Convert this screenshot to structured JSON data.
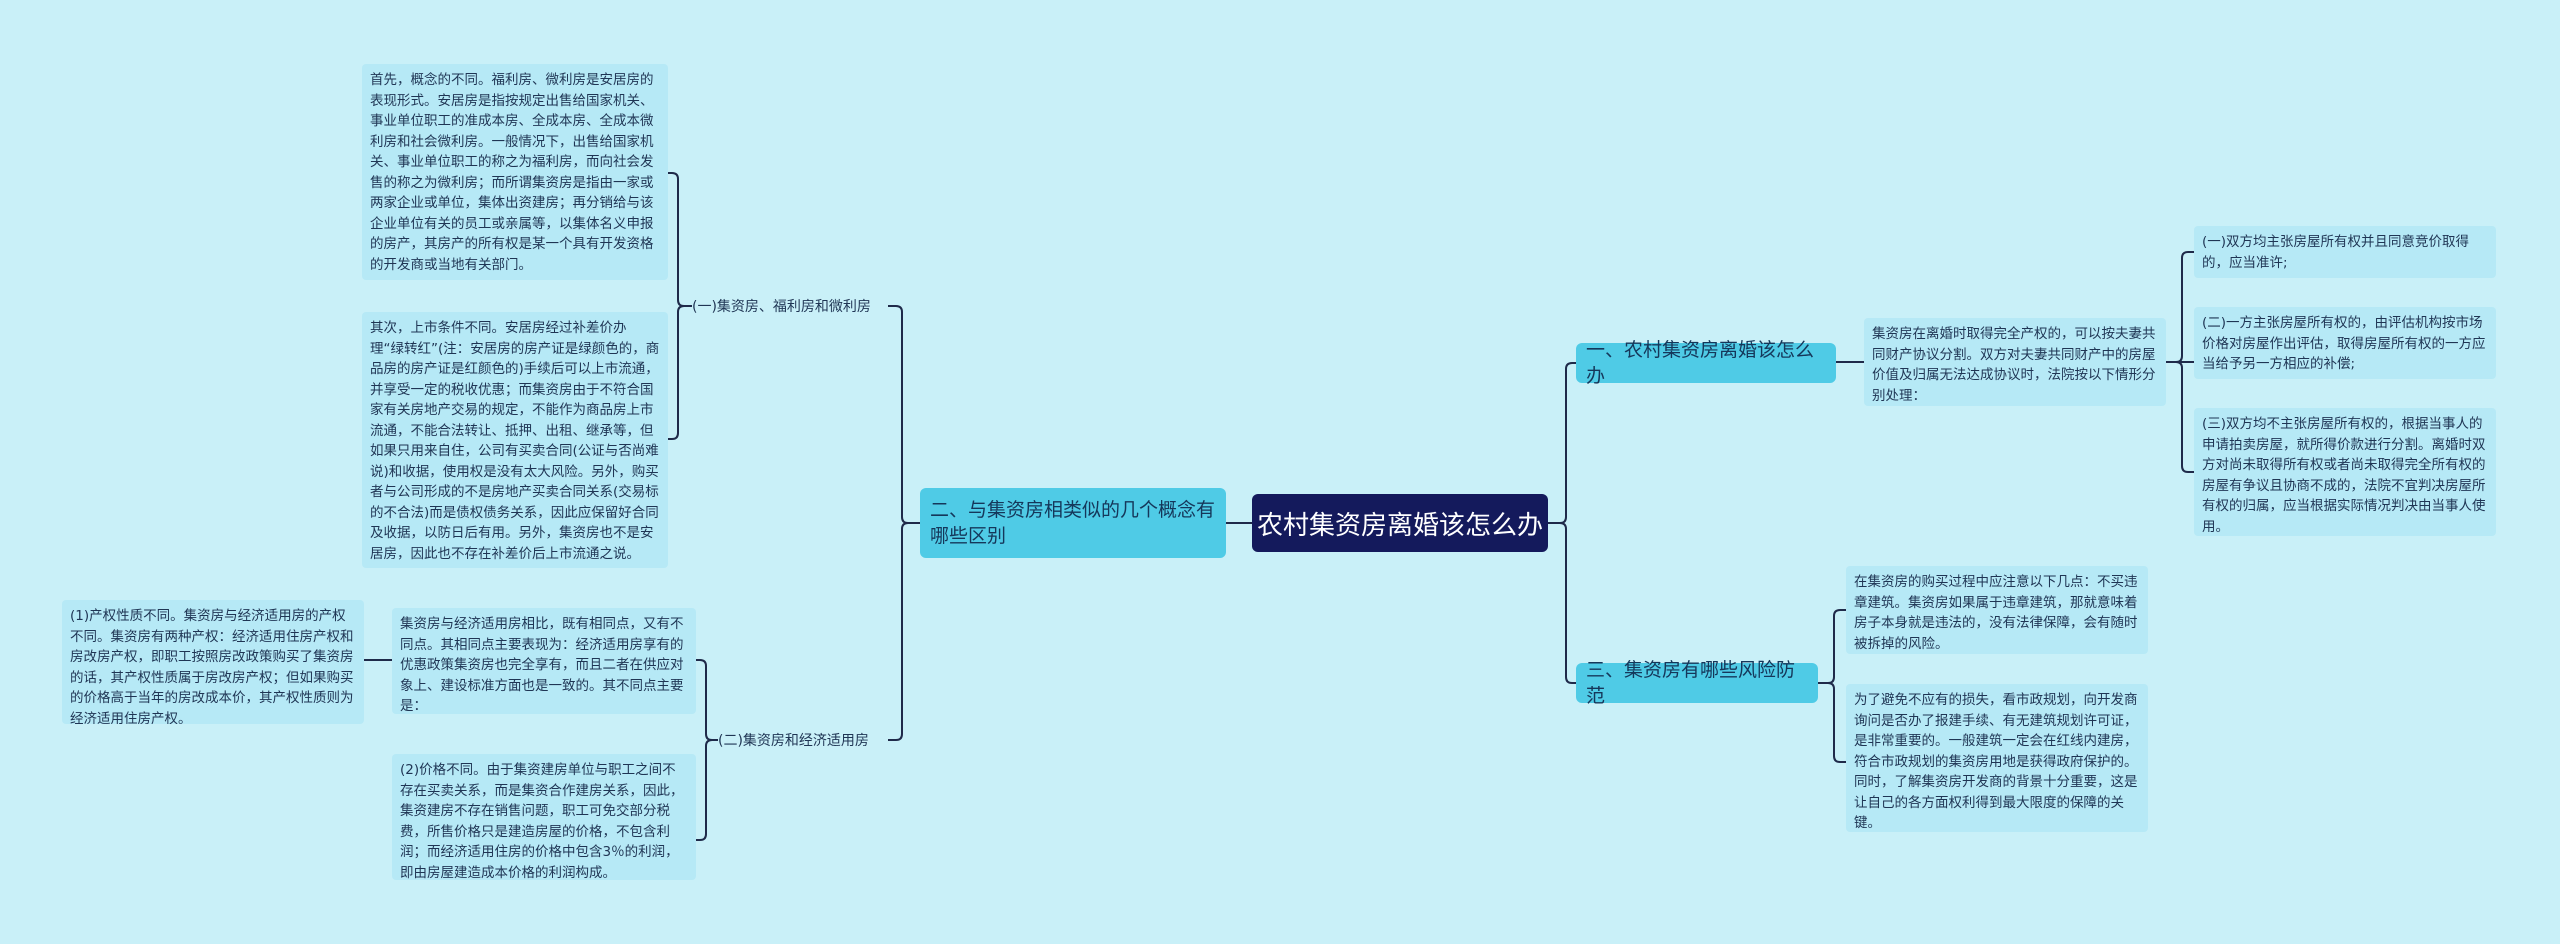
{
  "root": {
    "label": "农村集资房离婚该怎么办"
  },
  "left": {
    "branch": {
      "label": "二、与集资房相类似的几个概念有哪些区别"
    },
    "sub1": {
      "label": "(一)集资房、福利房和微利房",
      "leaf1": "首先，概念的不同。福利房、微利房是安居房的表现形式。安居房是指按规定出售给国家机关、事业单位职工的准成本房、全成本房、全成本微利房和社会微利房。一般情况下，出售给国家机关、事业单位职工的称之为福利房，而向社会发售的称之为微利房；而所谓集资房是指由一家或两家企业或单位，集体出资建房；再分销给与该企业单位有关的员工或亲属等，以集体名义申报的房产，其房产的所有权是某一个具有开发资格的开发商或当地有关部门。",
      "leaf2": "其次，上市条件不同。安居房经过补差价办理“绿转红”(注：安居房的房产证是绿颜色的，商品房的房产证是红颜色的)手续后可以上市流通，并享受一定的税收优惠；而集资房由于不符合国家有关房地产交易的规定，不能作为商品房上市流通，不能合法转让、抵押、出租、继承等，但如果只用来自住，公司有买卖合同(公证与否尚难说)和收据，使用权是没有太大风险。另外，购买者与公司形成的不是房地产买卖合同关系(交易标的不合法)而是债权债务关系，因此应保留好合同及收据，以防日后有用。另外，集资房也不是安居房，因此也不存在补差价后上市流通之说。"
    },
    "sub2": {
      "label": "(二)集资房和经济适用房",
      "leaf1": "集资房与经济适用房相比，既有相同点，又有不同点。其相同点主要表现为：经济适用房享有的优惠政策集资房也完全享有，而且二者在供应对象上、建设标准方面也是一致的。其不同点主要是：",
      "leaf1a": "(1)产权性质不同。集资房与经济适用房的产权不同。集资房有两种产权：经济适用住房产权和房改房产权，即职工按照房改政策购买了集资房的话，其产权性质属于房改房产权；但如果购买的价格高于当年的房改成本价，其产权性质则为经济适用住房产权。",
      "leaf2": "(2)价格不同。由于集资建房单位与职工之间不存在买卖关系，而是集资合作建房关系，因此，集资建房不存在销售问题，职工可免交部分税费，所售价格只是建造房屋的价格，不包含利润；而经济适用住房的价格中包含3％的利润，即由房屋建造成本价格的利润构成。"
    }
  },
  "right": {
    "branch1": {
      "label": "一、农村集资房离婚该怎么办",
      "mid": "集资房在离婚时取得完全产权的，可以按夫妻共同财产协议分割。双方对夫妻共同财产中的房屋价值及归属无法达成协议时，法院按以下情形分别处理：",
      "leaf1": "(一)双方均主张房屋所有权并且同意竞价取得的，应当准许;",
      "leaf2": "(二)一方主张房屋所有权的，由评估机构按市场价格对房屋作出评估，取得房屋所有权的一方应当给予另一方相应的补偿;",
      "leaf3": "(三)双方均不主张房屋所有权的，根据当事人的申请拍卖房屋，就所得价款进行分割。离婚时双方对尚未取得所有权或者尚未取得完全所有权的房屋有争议且协商不成的，法院不宜判决房屋所有权的归属，应当根据实际情况判决由当事人使用。"
    },
    "branch3": {
      "label": "三、集资房有哪些风险防范",
      "leaf1": "在集资房的购买过程中应注意以下几点：不买违章建筑。集资房如果属于违章建筑，那就意味着房子本身就是违法的，没有法律保障，会有随时被拆掉的风险。",
      "leaf2": "为了避免不应有的损失，看市政规划，向开发商询问是否办了报建手续、有无建筑规划许可证，是非常重要的。一般建筑一定会在红线内建房，符合市政规划的集资房用地是获得政府保护的。同时，了解集资房开发商的背景十分重要，这是让自己的各方面权利得到最大限度的保障的关键。"
    }
  }
}
